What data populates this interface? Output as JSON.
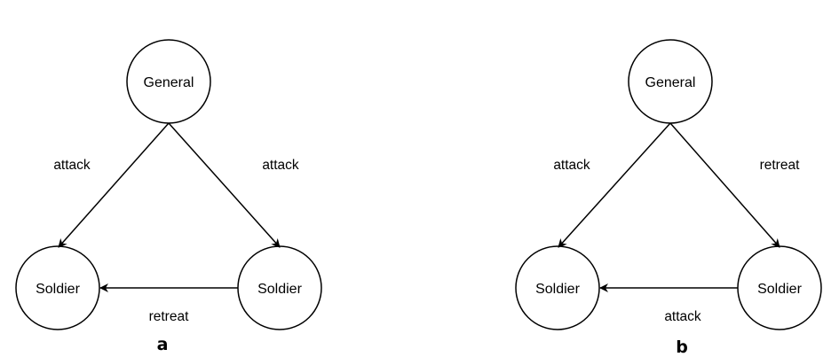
{
  "colors": {
    "stroke": "#000000",
    "background": "#ffffff"
  },
  "panels": [
    {
      "label": "a",
      "nodes": {
        "general": "General",
        "soldier_left": "Soldier",
        "soldier_right": "Soldier"
      },
      "edges": {
        "general_to_left": "attack",
        "general_to_right": "attack",
        "right_to_left": "retreat"
      }
    },
    {
      "label": "b",
      "nodes": {
        "general": "General",
        "soldier_left": "Soldier",
        "soldier_right": "Soldier"
      },
      "edges": {
        "general_to_left": "attack",
        "general_to_right": "retreat",
        "right_to_left": "attack"
      }
    }
  ]
}
